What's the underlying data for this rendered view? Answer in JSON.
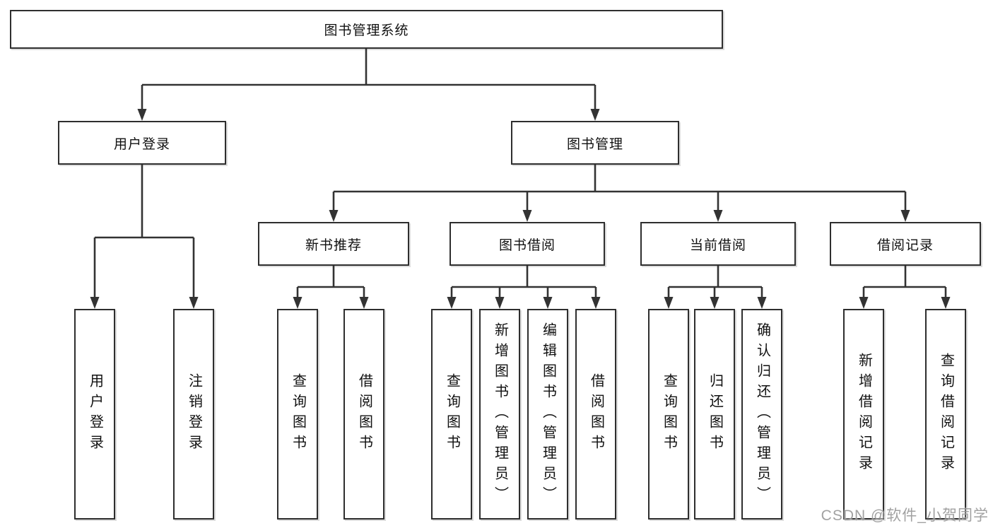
{
  "diagram": {
    "root_label": "图书管理系统",
    "level2": {
      "user_login": "用户登录",
      "book_management": "图书管理"
    },
    "level3": {
      "new_book": "新书推荐",
      "book_borrow": "图书借阅",
      "current_borrow": "当前借阅",
      "borrow_records": "借阅记录"
    },
    "leaves": {
      "user_login": [
        "用户登录",
        "注销登录"
      ],
      "new_book": [
        "查询图书",
        "借阅图书"
      ],
      "book_borrow": [
        "查询图书",
        "新增图书（管理员）",
        "编辑图书（管理员）",
        "借阅图书"
      ],
      "current_borrow": [
        "查询图书",
        "归还图书",
        "确认归还（管理员）"
      ],
      "borrow_records": [
        "新增借阅记录",
        "查询借阅记录"
      ]
    }
  },
  "watermark": "CSDN @软件_小贺同学",
  "colors": {
    "line": "#333333",
    "border": "#2e2e2e",
    "text": "#111111",
    "watermark": "#919191"
  }
}
